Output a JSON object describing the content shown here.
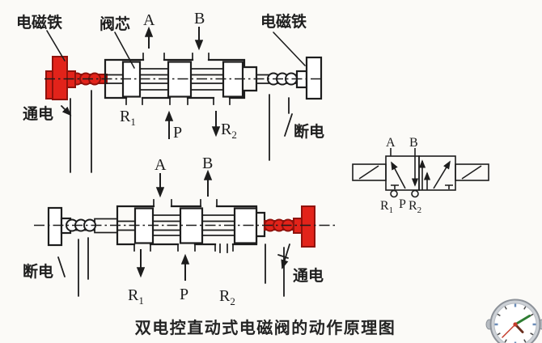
{
  "colors": {
    "paper": "#fbfaf7",
    "ink": "#1d1d1d",
    "red": "#e2231a",
    "clock_rim": "#cdd1d6",
    "clock_tick_blue": "#6b8cb8",
    "clock_minute_green": "#2e7d32",
    "clock_second_red": "#c43b2a"
  },
  "caption": "双电控直动式电磁阀的动作原理图",
  "top_state": {
    "solenoid_left": "电磁铁",
    "spool": "阀芯",
    "solenoid_right": "电磁铁",
    "energized": "通电",
    "deenergized": "断电",
    "port_a": "A",
    "port_b": "B",
    "port_p": "P",
    "r": "R",
    "r1_sub": "1",
    "r2_sub": "2"
  },
  "bottom_state": {
    "deenergized": "断电",
    "energized": "通电",
    "port_a": "A",
    "port_b": "B",
    "port_p": "P",
    "r": "R",
    "r1_sub": "1",
    "r2_sub": "2"
  },
  "symbol": {
    "port_a": "A",
    "port_b": "B",
    "port_p": "P",
    "r": "R",
    "r1_sub": "1",
    "r2_sub": "2"
  }
}
